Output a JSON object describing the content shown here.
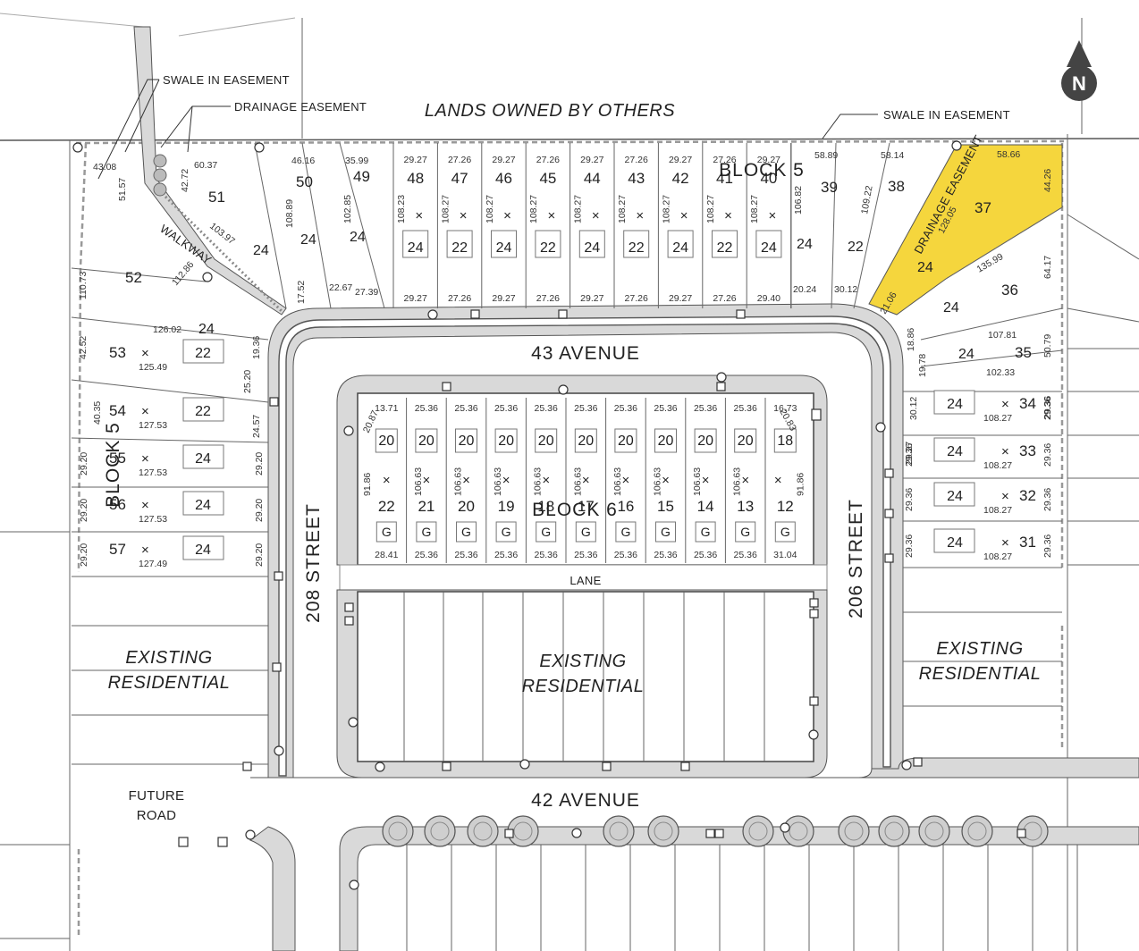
{
  "map": {
    "labels": {
      "lands_owned": "LANDS OWNED BY OTHERS",
      "swale_left": "SWALE IN EASEMENT",
      "drainage": "DRAINAGE EASEMENT",
      "swale_right": "SWALE IN EASEMENT",
      "drainage_vertical": "DRAINAGE EASEMENT",
      "walkway": "WALKWAY",
      "block5_top": "BLOCK 5",
      "block5_left": "BLOCK 5",
      "block6": "BLOCK 6",
      "ave43": "43 AVENUE",
      "ave42": "42 AVENUE",
      "st208": "208 STREET",
      "st206": "206 STREET",
      "lane": "LANE",
      "future1": "FUTURE",
      "future2": "ROAD",
      "existing_left_1": "EXISTING",
      "existing_left_2": "RESIDENTIAL",
      "existing_mid_1": "EXISTING",
      "existing_mid_2": "RESIDENTIAL",
      "existing_right_1": "EXISTING",
      "existing_right_2": "RESIDENTIAL",
      "north": "N"
    },
    "highlight_color": "#f5d63d",
    "top_lots": [
      {
        "n": "48",
        "house": "24",
        "front": "29.27",
        "back": "29.27",
        "depth": "108.23"
      },
      {
        "n": "47",
        "house": "22",
        "front": "27.26",
        "back": "27.26",
        "depth": "108.27"
      },
      {
        "n": "46",
        "house": "24",
        "front": "29.27",
        "back": "29.27",
        "depth": "108.27"
      },
      {
        "n": "45",
        "house": "22",
        "front": "27.26",
        "back": "27.26",
        "depth": "108.27"
      },
      {
        "n": "44",
        "house": "24",
        "front": "29.27",
        "back": "29.27",
        "depth": "108.27"
      },
      {
        "n": "43",
        "house": "22",
        "front": "27.26",
        "back": "27.26",
        "depth": "108.27"
      },
      {
        "n": "42",
        "house": "24",
        "front": "29.27",
        "back": "29.27",
        "depth": "108.27"
      },
      {
        "n": "41",
        "house": "22",
        "front": "27.26",
        "back": "27.26",
        "depth": "108.27"
      },
      {
        "n": "40",
        "house": "24",
        "front": "29.27",
        "back": "29.40",
        "depth": "108.27"
      }
    ],
    "left_lots": [
      {
        "n": "53",
        "house": "22",
        "depth": "125.49"
      },
      {
        "n": "54",
        "house": "22",
        "depth": "127.53"
      },
      {
        "n": "55",
        "house": "24",
        "depth": "127.53"
      },
      {
        "n": "56",
        "house": "24",
        "depth": "127.53"
      },
      {
        "n": "57",
        "house": "24",
        "depth": "127.49"
      }
    ],
    "right_lots": [
      {
        "n": "34",
        "house": "24",
        "depth": "108.27"
      },
      {
        "n": "33",
        "house": "24",
        "depth": "108.27"
      },
      {
        "n": "32",
        "house": "24",
        "depth": "108.27"
      },
      {
        "n": "31",
        "house": "24",
        "depth": "108.27"
      }
    ],
    "block6_lots": [
      {
        "n": "22",
        "house": "20",
        "front": "13.71",
        "back": "28.41",
        "depth": "91.86"
      },
      {
        "n": "21",
        "house": "20",
        "front": "25.36",
        "back": "25.36",
        "depth": "106.63"
      },
      {
        "n": "20",
        "house": "20",
        "front": "25.36",
        "back": "25.36",
        "depth": "106.63"
      },
      {
        "n": "19",
        "house": "20",
        "front": "25.36",
        "back": "25.36",
        "depth": "106.63"
      },
      {
        "n": "18",
        "house": "20",
        "front": "25.36",
        "back": "25.36",
        "depth": "106.63"
      },
      {
        "n": "17",
        "house": "20",
        "front": "25.36",
        "back": "25.36",
        "depth": "106.63"
      },
      {
        "n": "16",
        "house": "20",
        "front": "25.36",
        "back": "25.36",
        "depth": "106.63"
      },
      {
        "n": "15",
        "house": "20",
        "front": "25.36",
        "back": "25.36",
        "depth": "106.63"
      },
      {
        "n": "14",
        "house": "20",
        "front": "25.36",
        "back": "25.36",
        "depth": "106.63"
      },
      {
        "n": "13",
        "house": "20",
        "front": "25.36",
        "back": "25.36",
        "depth": "106.63"
      },
      {
        "n": "12",
        "house": "18",
        "front": "16.73",
        "back": "31.04",
        "depth": "91.86"
      }
    ],
    "garage": "G",
    "misc": {
      "l52": "52",
      "l51": "51",
      "l50": "50",
      "l49": "49",
      "l39": "39",
      "l38": "38",
      "l37": "37",
      "l36": "36",
      "l35": "35",
      "h52": "24",
      "h51": "24",
      "h50": "24",
      "h49": "24",
      "h39": "24",
      "h38": "22",
      "h37": "24",
      "h36": "24",
      "h35": "24",
      "d4308": "43.08",
      "d5157": "51.57",
      "d4272": "42.72",
      "d6037": "60.37",
      "d4616": "46.16",
      "d3599": "35.99",
      "d10889": "108.89",
      "d10285": "102.85",
      "d10397": "103.97",
      "d11286": "112.86",
      "d12602": "126.02",
      "d11073": "110.73",
      "d4252": "42.52",
      "d4035": "40.35",
      "d1752": "17.52",
      "d2267": "22.67",
      "d2739": "27.39",
      "d1936": "19.36",
      "d2520": "25.20",
      "d2457": "24.57",
      "d2920": "29.20",
      "d5889": "58.89",
      "d5814": "58.14",
      "d5866": "58.66",
      "d4426": "44.26",
      "d10682": "106.82",
      "d10922": "109.22",
      "d12805": "128.05",
      "d13599": "135.99",
      "d6417": "64.17",
      "d10781": "107.81",
      "d10233": "102.33",
      "d5079": "50.79",
      "d2024": "20.24",
      "d3012": "30.12",
      "d2106": "21.06",
      "d1886": "18.86",
      "d1978": "19.78",
      "d3012b": "30.12",
      "d2936": "29.36",
      "d2927": "29.27",
      "d2087": "20.87",
      "d2083": "20.83"
    }
  }
}
